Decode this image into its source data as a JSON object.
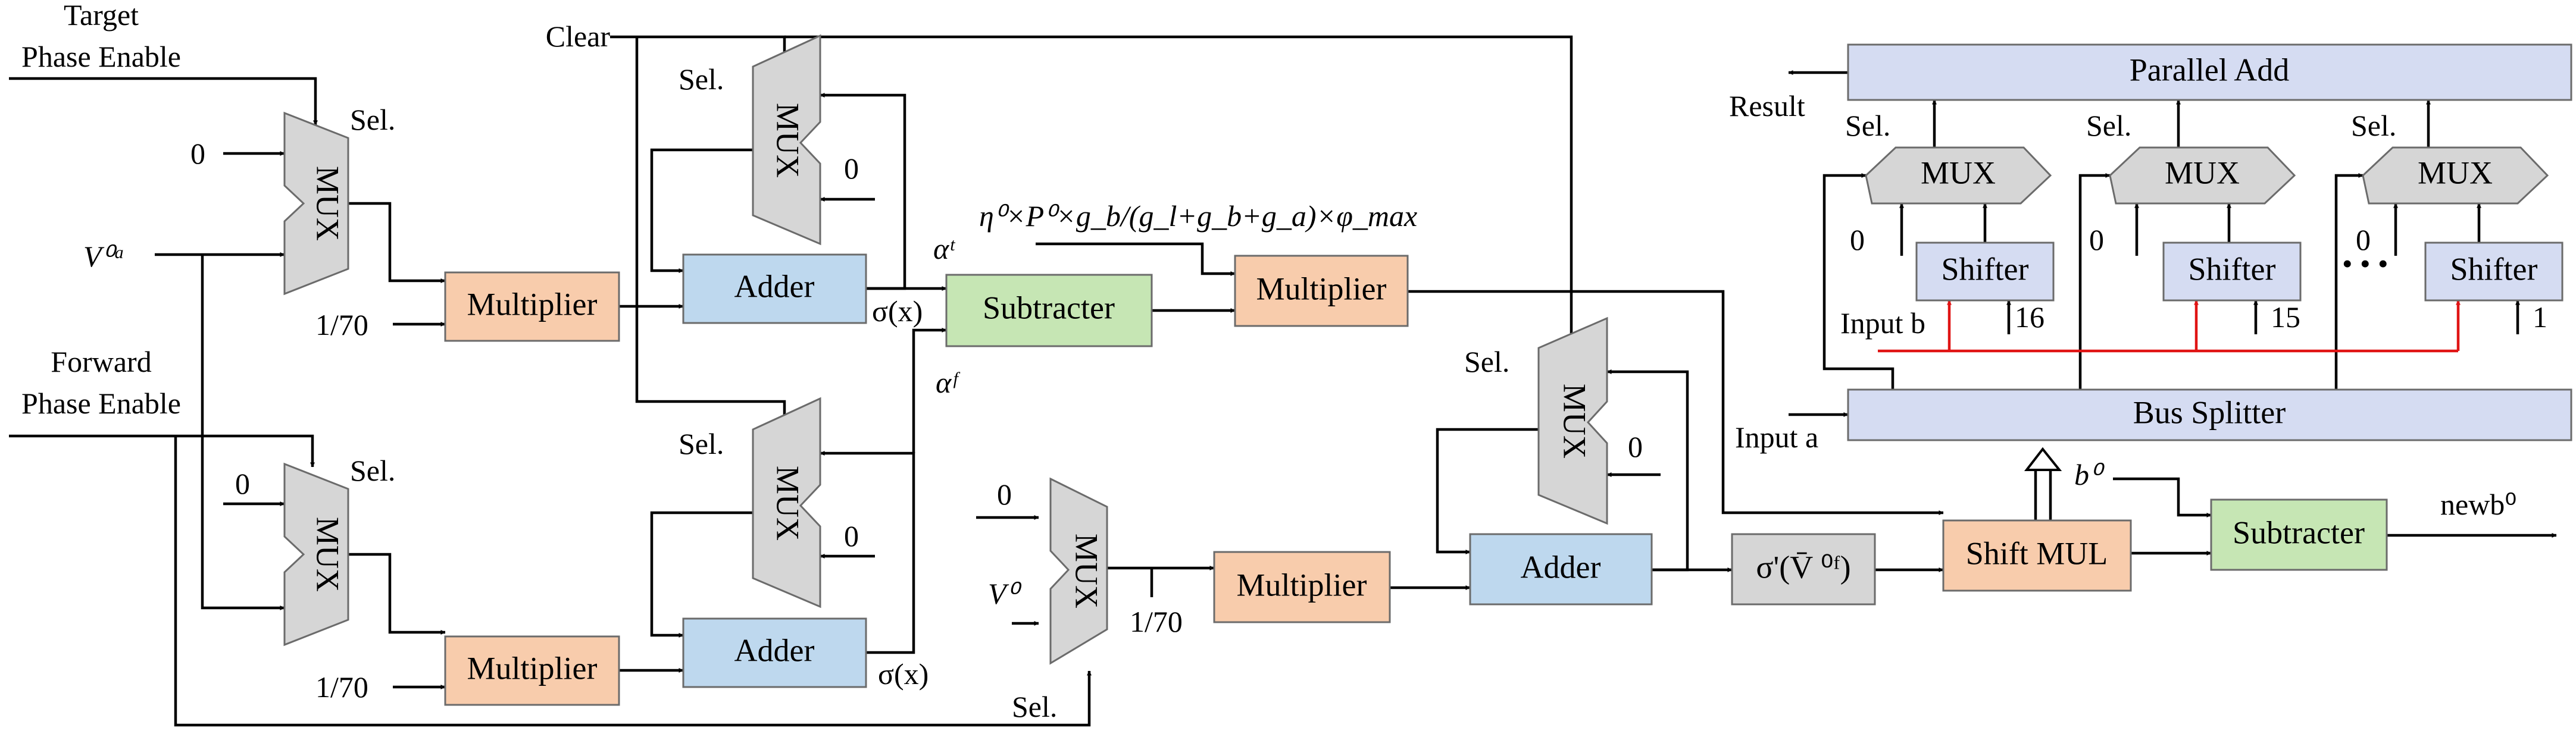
{
  "colors": {
    "mux": "#d6d6d6",
    "multiplier": "#f8ccac",
    "adder": "#bed8ee",
    "subtracter": "#c6e6b4",
    "shift_mul": "#f8ccac",
    "parallel_add": "#d5dcf2",
    "bus_splitter": "#d5dcf2",
    "shifter": "#d5dcf2",
    "sigma_prime": "#d6d6d6",
    "wire": "#000000",
    "input_b_wire": "#e01414"
  },
  "blocks": {
    "mux": "MUX",
    "multiplier": "Multiplier",
    "adder": "Adder",
    "subtracter": "Subtracter",
    "shift_mul": "Shift MUL",
    "parallel_add": "Parallel Add",
    "bus_splitter": "Bus Splitter",
    "shifter": "Shifter",
    "sigma_prime": "σ'(V̄ ⁰ᶠ)"
  },
  "labels": {
    "target_phase_enable_1": "Target",
    "target_phase_enable_2": "Phase Enable",
    "forward_phase_enable_1": "Forward",
    "forward_phase_enable_2": "Phase Enable",
    "clear": "Clear",
    "sel": "Sel.",
    "zero": "0",
    "v0a": "V⁰ᵃ",
    "v0": "V⁰",
    "one_over_70": "1/70",
    "sigma_x": "σ(x)",
    "alpha_t": "αᵗ",
    "alpha_f": "αᶠ",
    "formula": "η⁰×P⁰×g_b/(g_l+g_b+g_a)×φ_max",
    "result": "Result",
    "input_a": "Input a",
    "input_b": "Input b",
    "b0": "b⁰",
    "new_b0": "newb⁰",
    "shift_16": "16",
    "shift_15": "15",
    "shift_1": "1",
    "ellipsis": "• • •"
  }
}
